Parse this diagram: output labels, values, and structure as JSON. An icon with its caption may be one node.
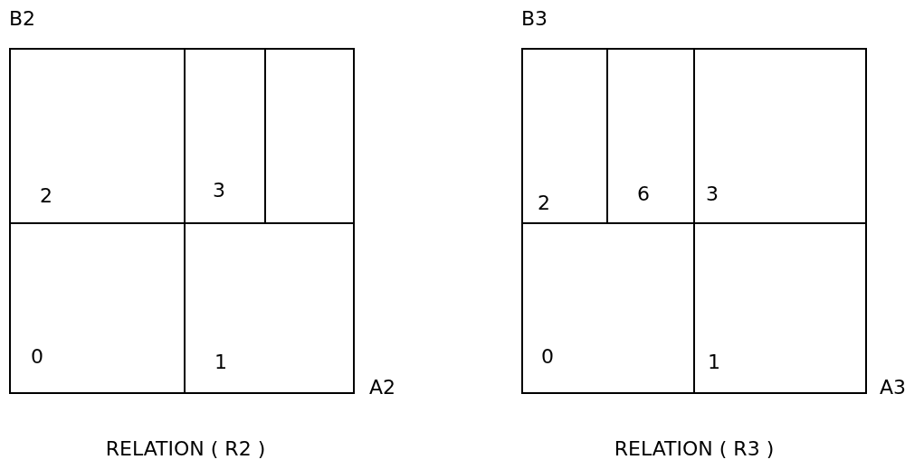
{
  "diagram": {
    "nodes": [
      {
        "text": [
          "2"
        ]
      },
      {
        "text": [
          "3"
        ]
      },
      {
        "text": [],
        "shape": "box"
      },
      {
        "text": [
          "0"
        ]
      },
      {
        "text": [
          "1"
        ]
      },
      {
        "text": [
          "2"
        ]
      },
      {
        "text": [
          "6"
        ]
      },
      {
        "text": [
          "3"
        ]
      },
      {
        "text": [
          "0"
        ]
      },
      {
        "text": [
          "1"
        ]
      }
    ],
    "labels": [
      "B2",
      "B3",
      "A2",
      "A3",
      "RELATION ( R2 )",
      "RELATION ( R3 )"
    ]
  }
}
